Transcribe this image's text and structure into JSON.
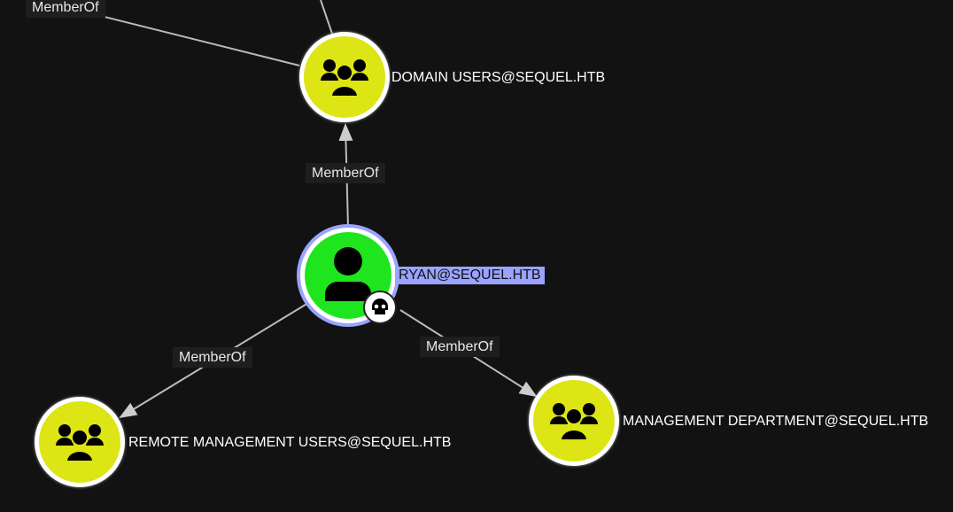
{
  "edges": [
    {
      "label": "MemberOf"
    },
    {
      "label": "MemberOf"
    },
    {
      "label": "MemberOf"
    },
    {
      "label": "MemberOf"
    }
  ],
  "nodes": {
    "domain_users": {
      "label": "DOMAIN USERS@SEQUEL.HTB",
      "icon": "group-icon",
      "color": "#dde514"
    },
    "ryan": {
      "label": "RYAN@SEQUEL.HTB",
      "icon": "user-icon",
      "color": "#1ee51e",
      "badge": "skull-icon",
      "selected": true
    },
    "remote_mgmt": {
      "label": "REMOTE MANAGEMENT USERS@SEQUEL.HTB",
      "icon": "group-icon",
      "color": "#dde514"
    },
    "mgmt_dept": {
      "label": "MANAGEMENT DEPARTMENT@SEQUEL.HTB",
      "icon": "group-icon",
      "color": "#dde514"
    }
  },
  "colors": {
    "background": "#121212",
    "selection": "#9aa3ff"
  }
}
